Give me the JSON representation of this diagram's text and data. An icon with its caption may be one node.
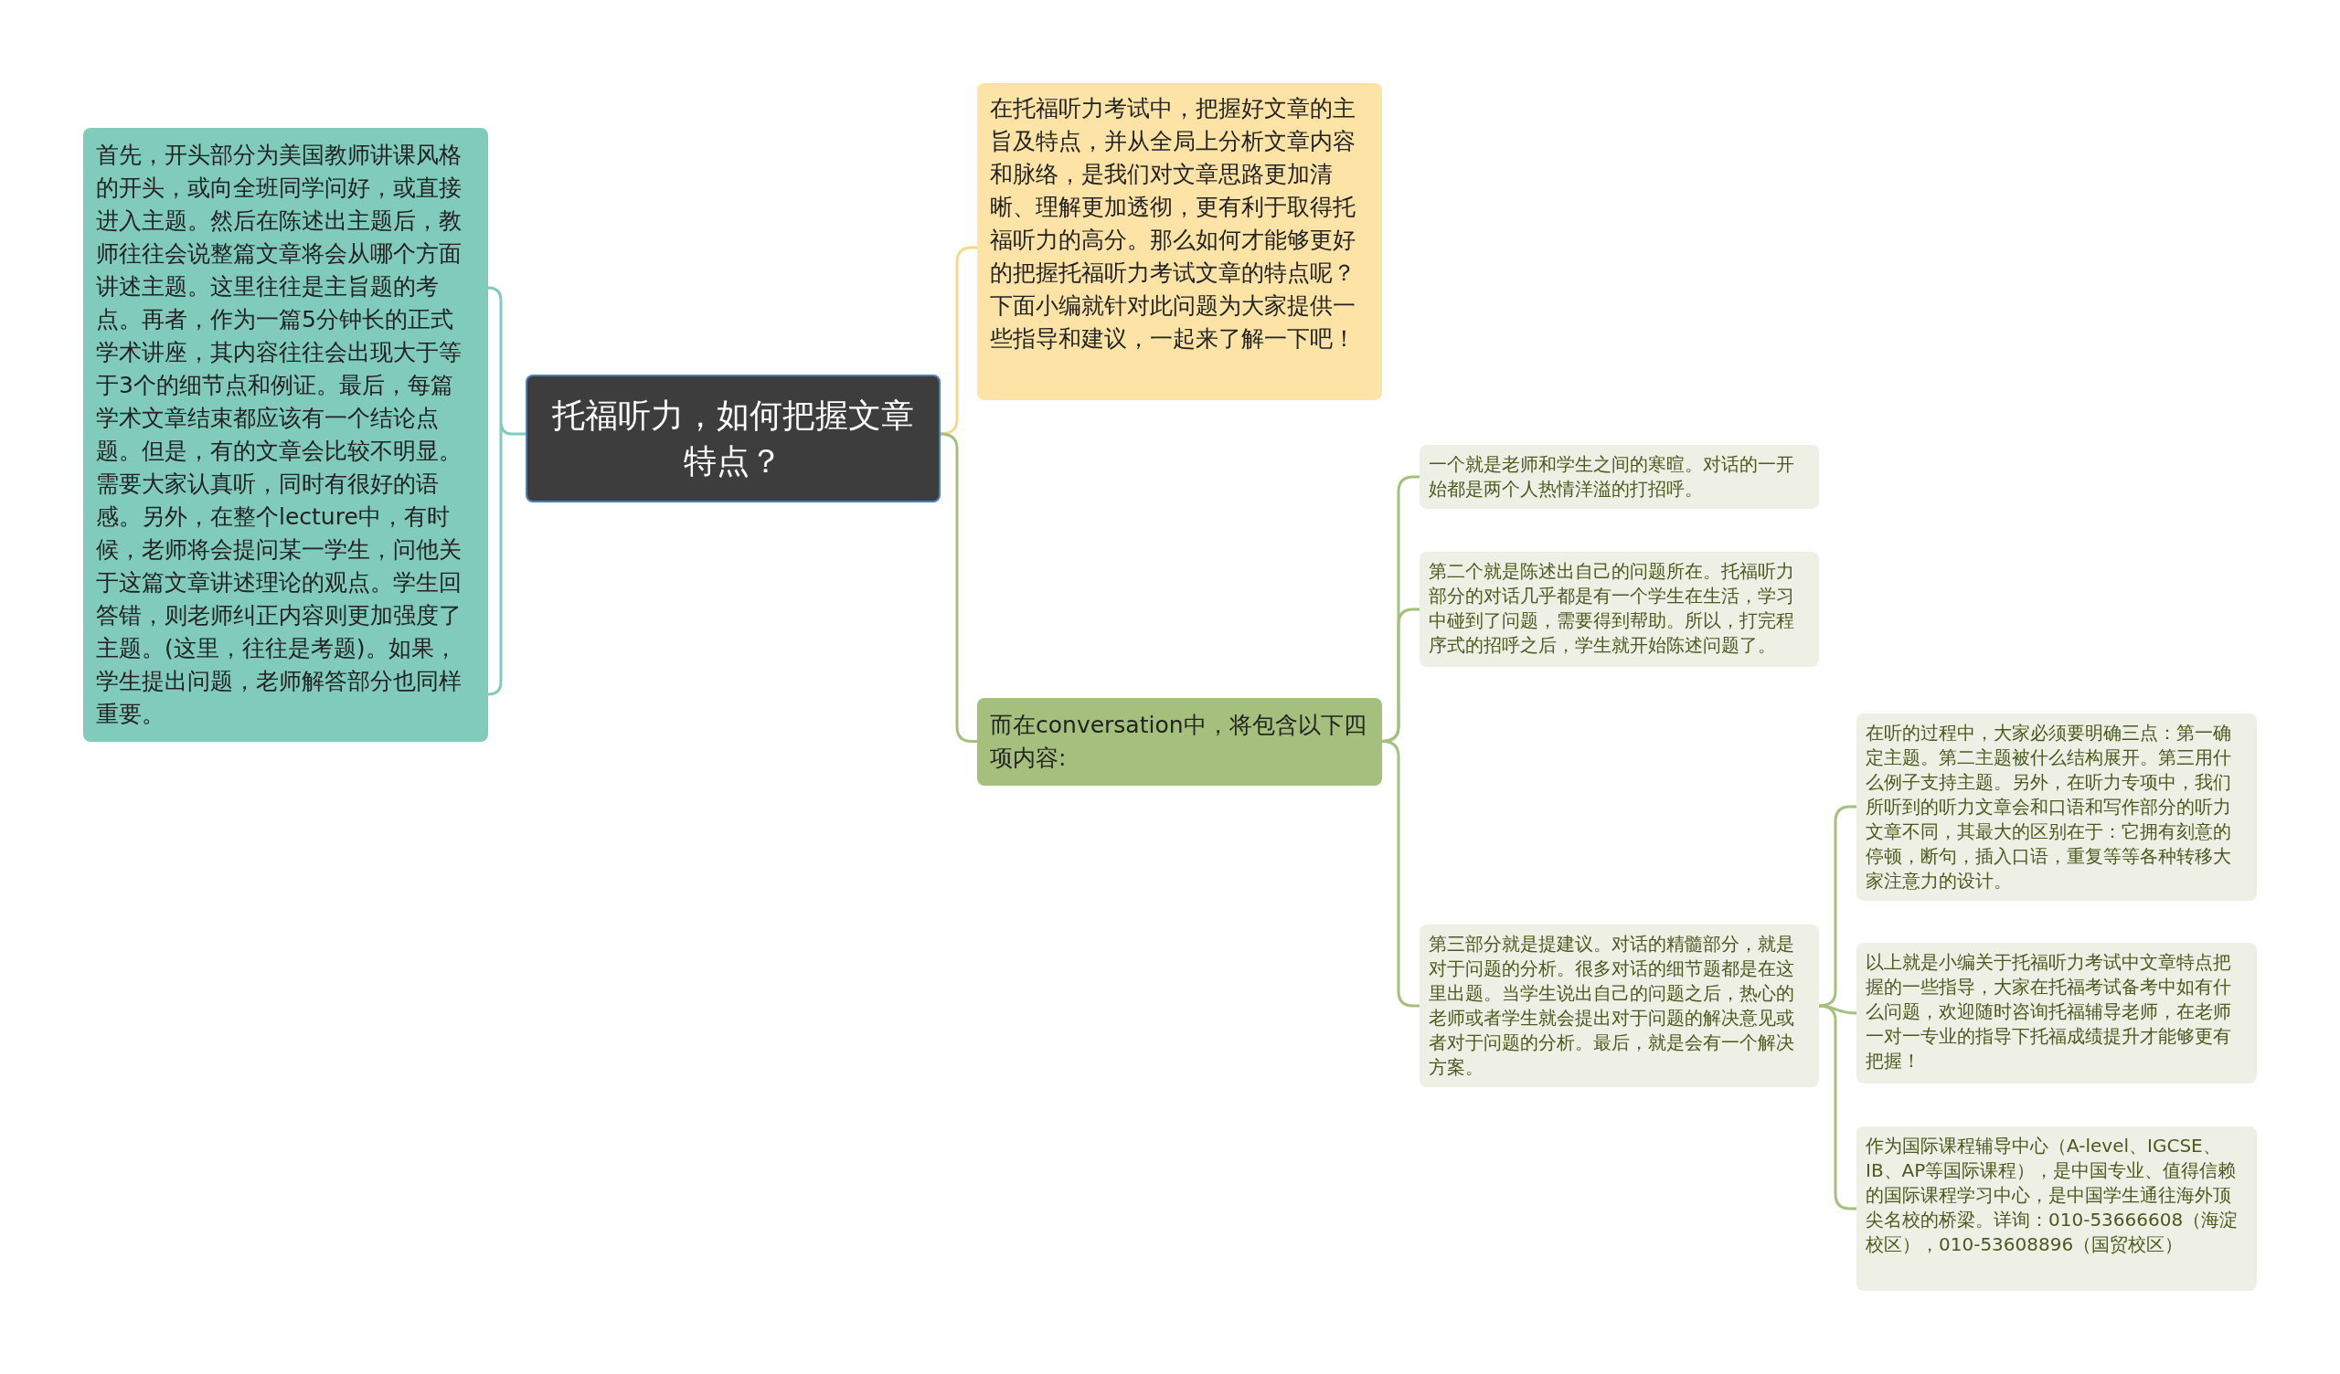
{
  "diagram": {
    "nodes": [
      {
        "text": [
          "托福听力，如何把握文章特点？"
        ]
      },
      {
        "text": [
          "首先，开头部分为美国教师讲课风格的开头，或向全班同学问好，或直接进入主题。然后在陈述出主题后，教师往往会说整篇文章将会从哪个方面讲述主题。这里往往是主旨题的考点。再者，作为一篇5分钟长的正式学术讲座，其内容往往会出现大于等于3个的细节点和例证。最后，每篇学术文章结束都应该有一个结论点题。但是，有的文章会比较不明显。需要大家认真听，同时有很好的语感。另外，在整个lecture中，有时候，老师将会提问某一学生，问他关于这篇文章讲述理论的观点。学生回答错，则老师纠正内容则更加强度了主题。(这里，往往是考题)。如果，学生提出问题，老师解答部分也同样重要。"
        ]
      },
      {
        "text": [
          "在托福听力考试中，把握好文章的主旨及特点，并从全局上分析文章内容和脉络，是我们对文章思路更加清晰、理解更加透彻，更有利于取得托福听力的高分。那么如何才能够更好的把握托福听力考试文章的特点呢？下面小编就针对此问题为大家提供一些指导和建议，一起来了解一下吧！"
        ]
      },
      {
        "text": [
          "而在conversation中，将包含以下四项内容:"
        ]
      },
      {
        "text": [
          "一个就是老师和学生之间的寒暄。对话的一开始都是两个人热情洋溢的打招呼。"
        ]
      },
      {
        "text": [
          "第二个就是陈述出自己的问题所在。托福听力部分的对话几乎都是有一个学生在生活，学习中碰到了问题，需要得到帮助。所以，打完程序式的招呼之后，学生就开始陈述问题了。"
        ]
      },
      {
        "text": [
          "第三部分就是提建议。对话的精髓部分，就是对于问题的分析。很多对话的细节题都是在这里出题。当学生说出自己的问题之后，热心的老师或者学生就会提出对于问题的解决意见或者对于问题的分析。最后，就是会有一个解决方案。"
        ]
      },
      {
        "text": [
          "在听的过程中，大家必须要明确三点：第一确定主题。第二主题被什么结构展开。第三用什么例子支持主题。另外，在听力专项中，我们所听到的听力文章会和口语和写作部分的听力文章不同，其最大的区别在于：它拥有刻意的停顿，断句，插入口语，重复等等各种转移大家注意力的设计。"
        ]
      },
      {
        "text": [
          "以上就是小编关于托福听力考试中文章特点把握的一些指导，大家在托福考试备考中如有什么问题，欢迎随时咨询托福辅导老师，在老师一对一专业的指导下托福成绩提升才能够更有把握！"
        ]
      },
      {
        "text": [
          "作为国际课程辅导中心（A-level、IGCSE、IB、AP等国际课程），是中国专业、值得信赖的国际课程学习中心，是中国学生通往海外顶尖名校的桥梁。详询：010-53666608（海淀校区），010-53608896（国贸校区）"
        ]
      }
    ],
    "edges": [
      {
        "from": 0,
        "to": 1,
        "arrow": "none",
        "color": "#80cbbc"
      },
      {
        "from": 0,
        "to": 2,
        "arrow": "none",
        "color": "#f5d98a"
      },
      {
        "from": 0,
        "to": 3,
        "arrow": "none"
      },
      {
        "from": 3,
        "to": 4,
        "arrow": "none"
      },
      {
        "from": 3,
        "to": 5,
        "arrow": "none"
      },
      {
        "from": 3,
        "to": 6,
        "arrow": "none"
      },
      {
        "from": 6,
        "to": 7,
        "arrow": "none"
      },
      {
        "from": 6,
        "to": 8,
        "arrow": "none"
      },
      {
        "from": 6,
        "to": 9,
        "arrow": "none"
      }
    ]
  }
}
